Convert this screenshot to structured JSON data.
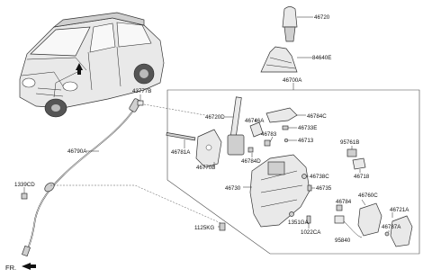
{
  "labels": {
    "p46720": "46720",
    "p84640E": "84640E",
    "p46700A": "46700A",
    "p43777B": "43777B",
    "p46720D": "46720D",
    "p46746A": "46746A",
    "p46784C": "46784C",
    "p46733E": "46733E",
    "p46783": "46783",
    "p46713": "46713",
    "p46781A": "46781A",
    "p46784D": "46784D",
    "p95761B": "95761B",
    "p46790A": "46790A",
    "p46770B": "46770B",
    "p46738C": "46738C",
    "p46718": "46718",
    "p46730": "46730",
    "p46735": "46735",
    "p1339CD": "1339CD",
    "p46784": "46784",
    "p46760C": "46760C",
    "p1351GA": "1351GA",
    "p46721A": "46721A",
    "p1022CA": "1022CA",
    "p46787A": "46787A",
    "p1125KG": "1125KG",
    "p95840": "95840",
    "fr": "FR."
  }
}
